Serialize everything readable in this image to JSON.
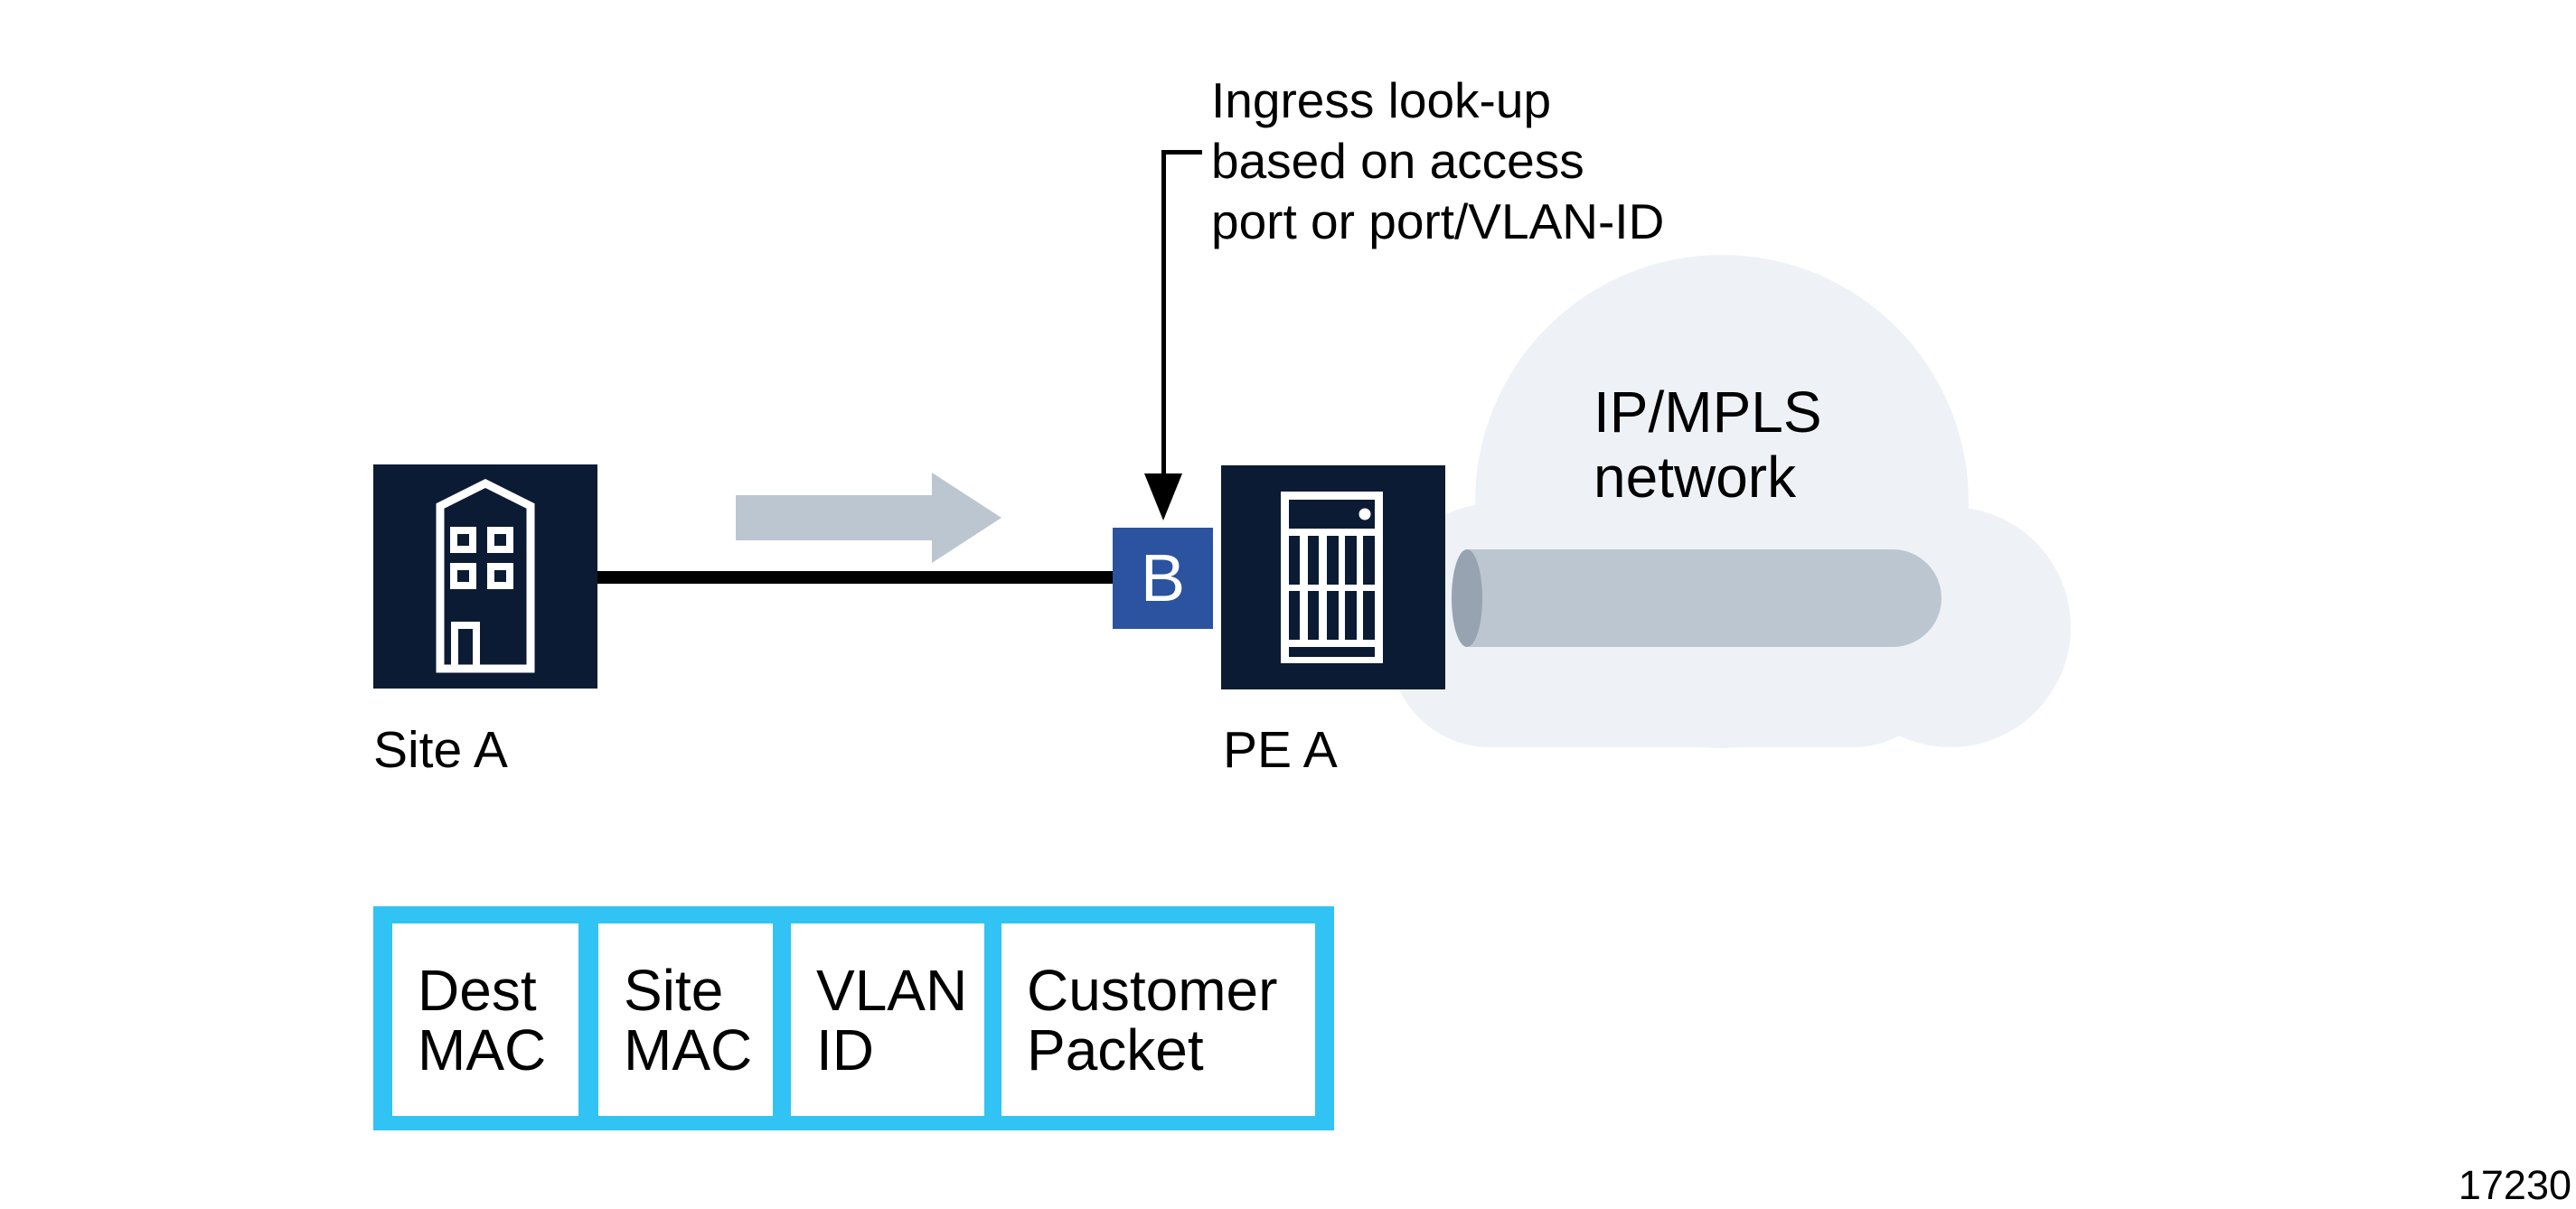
{
  "diagram": {
    "callout": {
      "lines": [
        "Ingress look-up",
        "based on access",
        "port or port/VLAN-ID"
      ]
    },
    "site_a": {
      "label": "Site A"
    },
    "pe_a": {
      "label": "PE A"
    },
    "access_port": {
      "label": "B"
    },
    "cloud": {
      "lines": [
        "IP/MPLS",
        "network"
      ]
    },
    "packet": {
      "fields": [
        {
          "lines": [
            "Dest",
            "MAC"
          ]
        },
        {
          "lines": [
            "Site",
            "MAC"
          ]
        },
        {
          "lines": [
            "VLAN",
            "ID"
          ]
        },
        {
          "lines": [
            "Customer",
            "Packet"
          ]
        }
      ]
    },
    "figure_number": "17230"
  },
  "colors": {
    "node_navy": "#0b1b34",
    "port_blue": "#2b539f",
    "packet_cyan": "#31c3f3",
    "cloud_fill": "#eef2f7",
    "flow_gray": "#bcc6d1",
    "tunnel_end_gray": "#98a3b1",
    "line_black": "#000000"
  }
}
